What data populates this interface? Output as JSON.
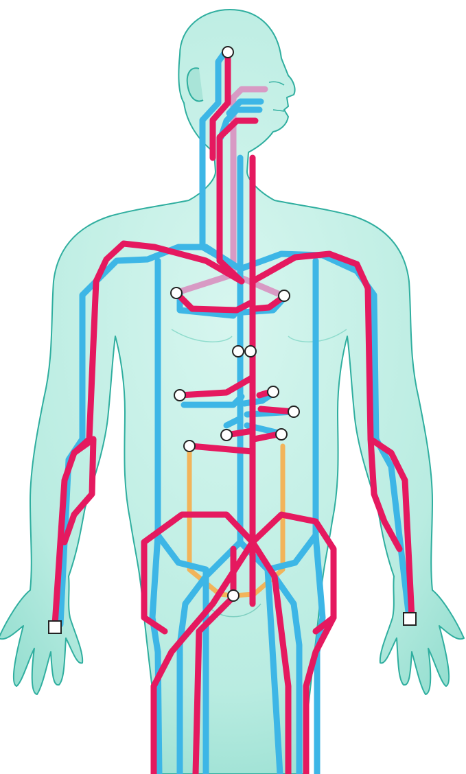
{
  "diagram": {
    "kind": "circulatory-system-transit-map",
    "body_icon": "human-body-figure",
    "colors": {
      "skin_fill": "#b9ece1",
      "skin_outline": "#2fae9f",
      "skin_shade": "#8fdccd",
      "artery_line": "#e5195f",
      "vein_line": "#3db6e6",
      "pulmonary_line": "#d89ac4",
      "portal_line": "#f2b45a",
      "station_fill": "#ffffff",
      "station_stroke": "#222222"
    },
    "line_types": [
      "artery-line",
      "vein-line",
      "pulmonary-line",
      "portal-line"
    ],
    "station_icons": [
      "circle-station",
      "square-terminal",
      "double-interchange"
    ]
  }
}
